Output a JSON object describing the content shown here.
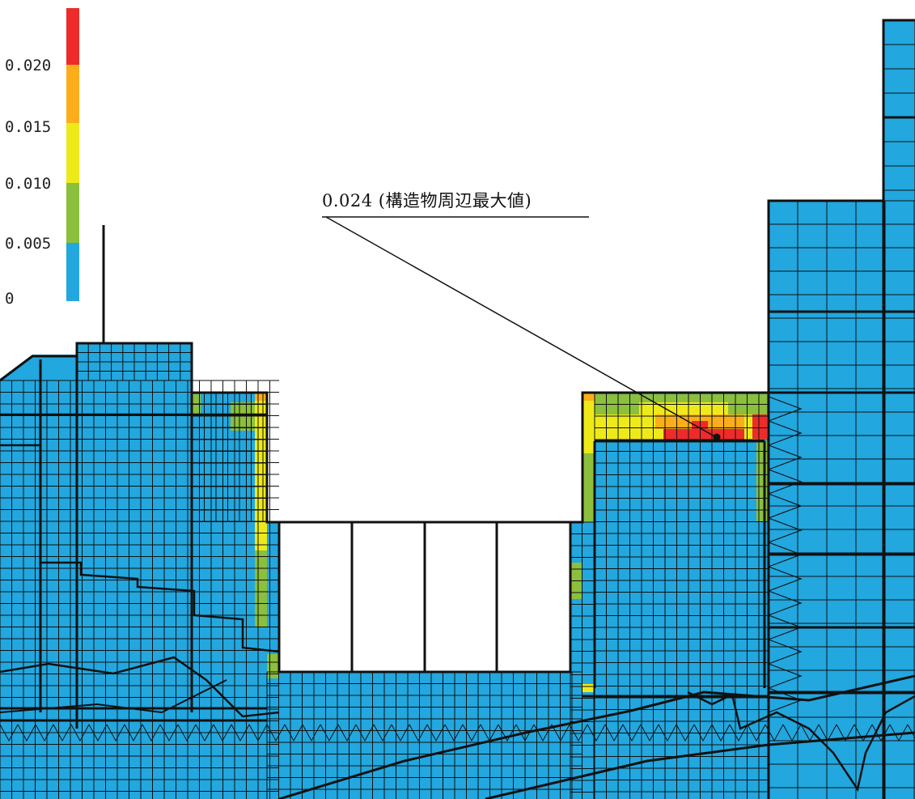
{
  "legend": {
    "ticks": [
      "0.020",
      "0.015",
      "0.010",
      "0.005",
      "0"
    ],
    "bands": [
      {
        "level": "0.020-0.025",
        "color": "#ee2a2a"
      },
      {
        "level": "0.015-0.020",
        "color": "#fbae1a"
      },
      {
        "level": "0.010-0.015",
        "color": "#eeea1a"
      },
      {
        "level": "0.005-0.010",
        "color": "#8cbf3c"
      },
      {
        "level": "0-0.005",
        "color": "#22a7df"
      }
    ]
  },
  "annotation": {
    "text": "0.024 (構造物周辺最大値)"
  },
  "colors": {
    "mesh_base": "#22a7df",
    "mesh_line": "#111111",
    "background": "#ffffff"
  }
}
